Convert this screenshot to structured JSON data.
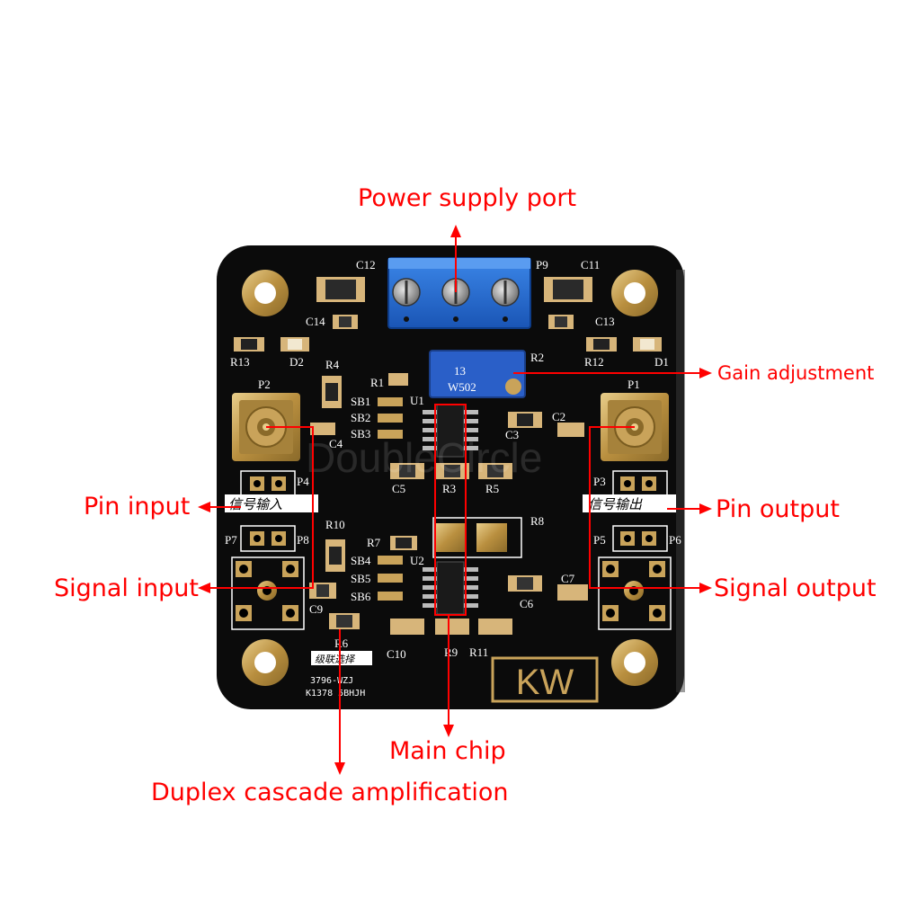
{
  "board": {
    "brand_logo": "KW",
    "watermark": "DoubleCircle",
    "silkscreen_code_1": "3796-WZJ",
    "silkscreen_code_2": "K1378 5BHJH",
    "input_chinese_label": "信号输入",
    "output_chinese_label": "信号输出",
    "cascade_chinese_label": "级联选择",
    "pot_marking": "W502",
    "pot_marking_2": "13",
    "component_labels": [
      "C12",
      "P9",
      "C11",
      "C14",
      "C13",
      "R13",
      "D2",
      "R12",
      "D1",
      "R4",
      "R1",
      "U1",
      "R2",
      "P2",
      "P1",
      "SB1",
      "SB2",
      "SB3",
      "C4",
      "C3",
      "C2",
      "C5",
      "R3",
      "R5",
      "P4",
      "P3",
      "R10",
      "R8",
      "P7",
      "P8",
      "P5",
      "P6",
      "R7",
      "SB4",
      "SB5",
      "SB6",
      "U2",
      "C7",
      "C6",
      "C9",
      "R6",
      "C10",
      "R9",
      "R11"
    ],
    "colors": {
      "pcb": "#0b0b0b",
      "terminal_block": "#1f64c8",
      "potentiometer": "#2a5fc8",
      "gold_pad": "#c9a35a",
      "annotation": "#ff0000"
    }
  },
  "callouts": {
    "power_supply": "Power supply port",
    "gain": "Gain adjustment",
    "pin_input": "Pin input",
    "pin_output": "Pin output",
    "signal_input": "Signal input",
    "signal_output": "Signal output",
    "main_chip": "Main chip",
    "cascade": "Duplex cascade amplification"
  }
}
